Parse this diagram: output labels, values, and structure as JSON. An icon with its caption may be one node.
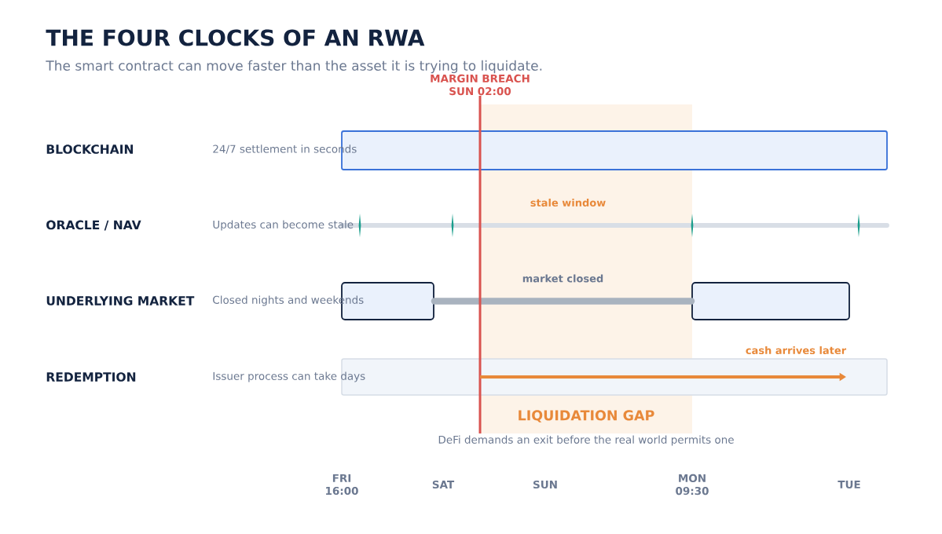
{
  "diagram": {
    "title": "THE FOUR CLOCKS OF AN RWA",
    "nodes": [
      {
        "text": [],
        "shape": "bar"
      },
      {
        "text": [],
        "shape": "box"
      },
      {
        "text": [],
        "shape": "box"
      },
      {
        "text": [],
        "shape": "bar"
      }
    ],
    "edges": [
      {
        "from": 1,
        "to": 2,
        "arrow": "none",
        "color": "#a9b3bf",
        "label": "market closed"
      }
    ],
    "labels": [
      "The smart contract can move faster than the asset it is trying to liquidate.",
      "MARGIN BREACH SUN 02:00",
      "BLOCKCHAIN",
      "24/7 settlement in seconds",
      "stale window",
      "ORACLE / NAV",
      "Updates can become stale",
      "UNDERLYING MARKET",
      "Closed nights and weekends",
      "cash arrives later",
      "REDEMPTION",
      "Issuer process can take days",
      "LIQUIDATION GAP",
      "DeFi demands an exit before the real world permits one",
      "FRI 16:00",
      "SAT",
      "SUN",
      "MON 09:30",
      "TUE"
    ]
  }
}
